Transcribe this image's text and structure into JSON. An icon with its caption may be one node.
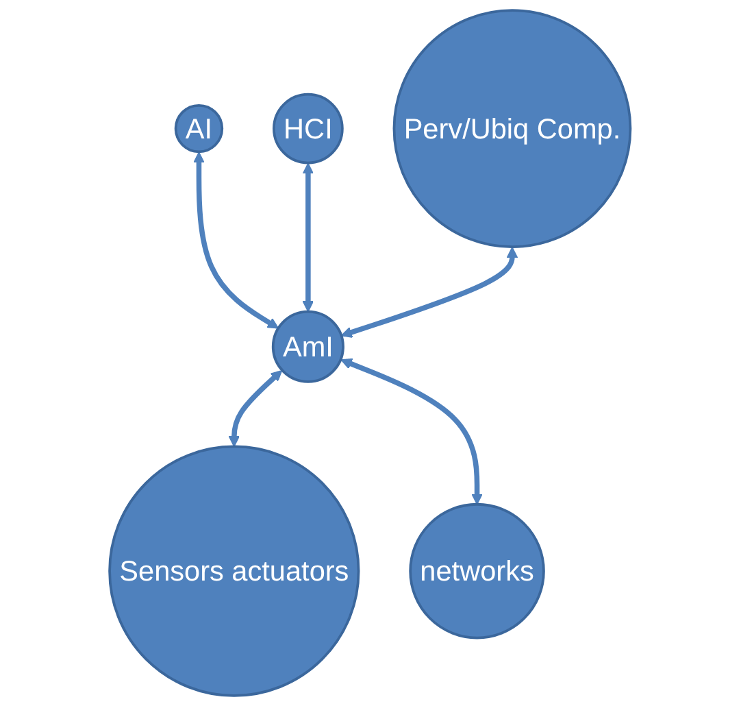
{
  "diagram": {
    "nodes": [
      {
        "text": [
          "AI"
        ]
      },
      {
        "text": [
          "HCI"
        ]
      },
      {
        "text": [
          "Perv/Ubiq Comp."
        ]
      },
      {
        "text": [
          "AmI"
        ]
      },
      {
        "text": [
          "Sensors actuators"
        ]
      },
      {
        "text": [
          "networks"
        ]
      }
    ],
    "edges": [
      {
        "from": 0,
        "to": 3,
        "arrow": "both"
      },
      {
        "from": 1,
        "to": 3,
        "arrow": "both"
      },
      {
        "from": 2,
        "to": 3,
        "arrow": "both"
      },
      {
        "from": 3,
        "to": 4,
        "arrow": "both"
      },
      {
        "from": 3,
        "to": 5,
        "arrow": "both"
      }
    ]
  }
}
